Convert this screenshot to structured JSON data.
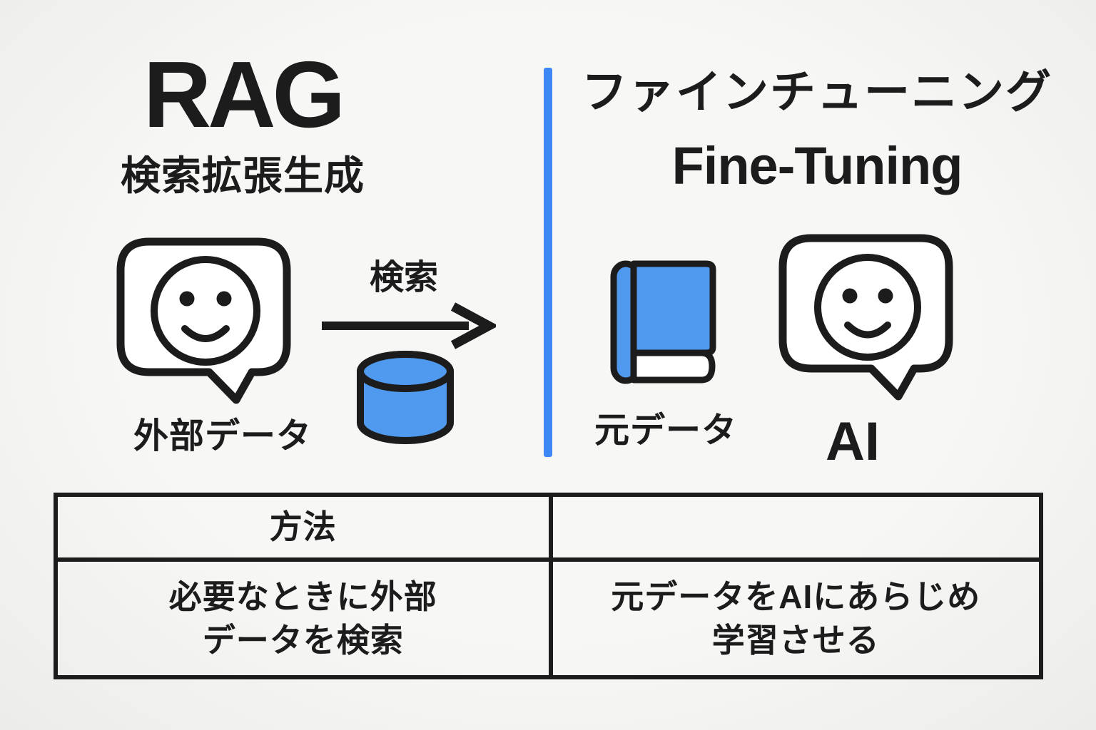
{
  "canvas": {
    "background": "#f5f5f3",
    "ink": "#1c1c1c"
  },
  "colors": {
    "accent_blue": "#4f99ee",
    "divider_blue": "#3f87f5"
  },
  "rag_section": {
    "title": "RAG",
    "subtitle": "検索拡張生成",
    "arrow_label": "検索",
    "bubble_caption": "外部データ",
    "icons": {
      "user_bubble": "user-speech-bubble-icon",
      "arrow": "arrow-right-icon",
      "database": "database-cylinder-icon"
    }
  },
  "finetuning_section": {
    "title": "ファインチューニング",
    "subtitle": "Fine-Tuning",
    "book_caption": "元データ",
    "bubble_caption": "AI",
    "icons": {
      "book": "book-icon",
      "ai_bubble": "ai-speech-bubble-icon"
    }
  },
  "comparison_table": {
    "header": {
      "left": "方法",
      "right": ""
    },
    "rows": [
      {
        "left": "必要なときに外部\nデータを検索",
        "right": "元データをAIにあらじめ\n学習させる"
      }
    ]
  }
}
